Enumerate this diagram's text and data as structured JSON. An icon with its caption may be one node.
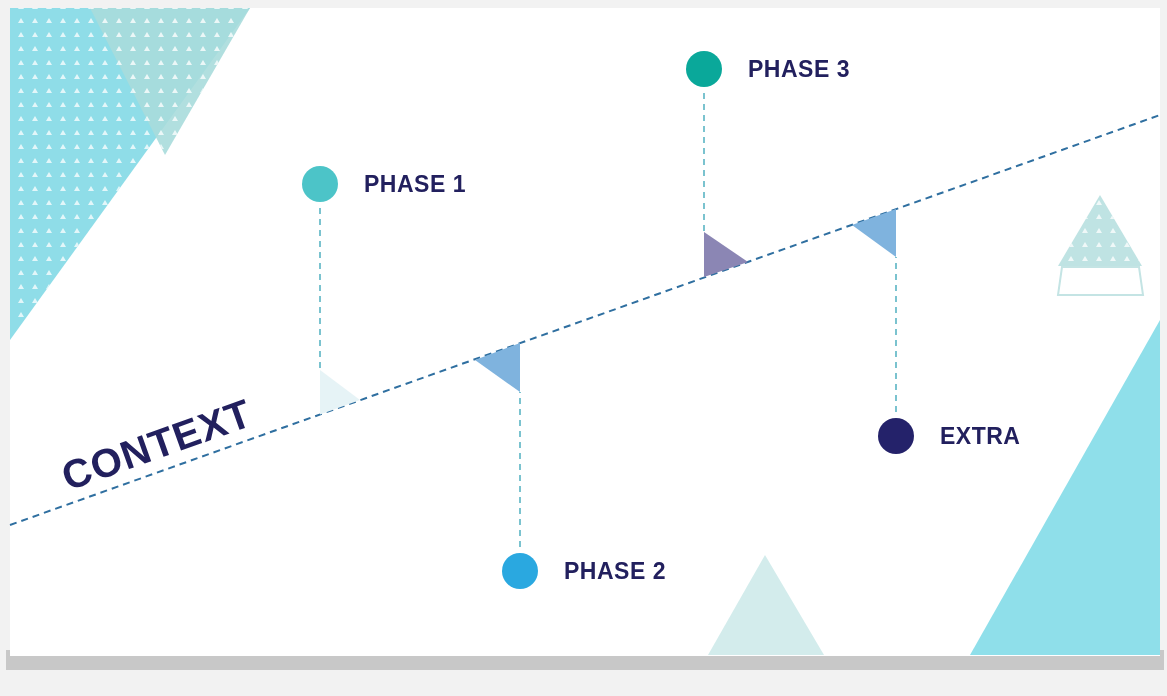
{
  "diagram": {
    "nodes": [
      {
        "text": [
          "PHASE 1"
        ]
      },
      {
        "text": [
          "PHASE 2"
        ]
      },
      {
        "text": [
          "PHASE 3"
        ]
      },
      {
        "text": [
          "EXTRA"
        ]
      },
      {
        "text": [],
        "shape": "triangle"
      },
      {
        "text": [],
        "shape": "triangle"
      },
      {
        "text": [],
        "shape": "triangle"
      },
      {
        "text": [],
        "shape": "triangle"
      }
    ],
    "edges": [
      {
        "from": 0,
        "to": 4,
        "arrow": "none",
        "style": "dashed"
      },
      {
        "from": 1,
        "to": 5,
        "arrow": "none",
        "style": "dashed"
      },
      {
        "from": 2,
        "to": 6,
        "arrow": "none",
        "style": "dashed"
      },
      {
        "from": 3,
        "to": 7,
        "arrow": "none",
        "style": "dashed"
      }
    ],
    "labels": [
      "CONTEXT"
    ]
  }
}
